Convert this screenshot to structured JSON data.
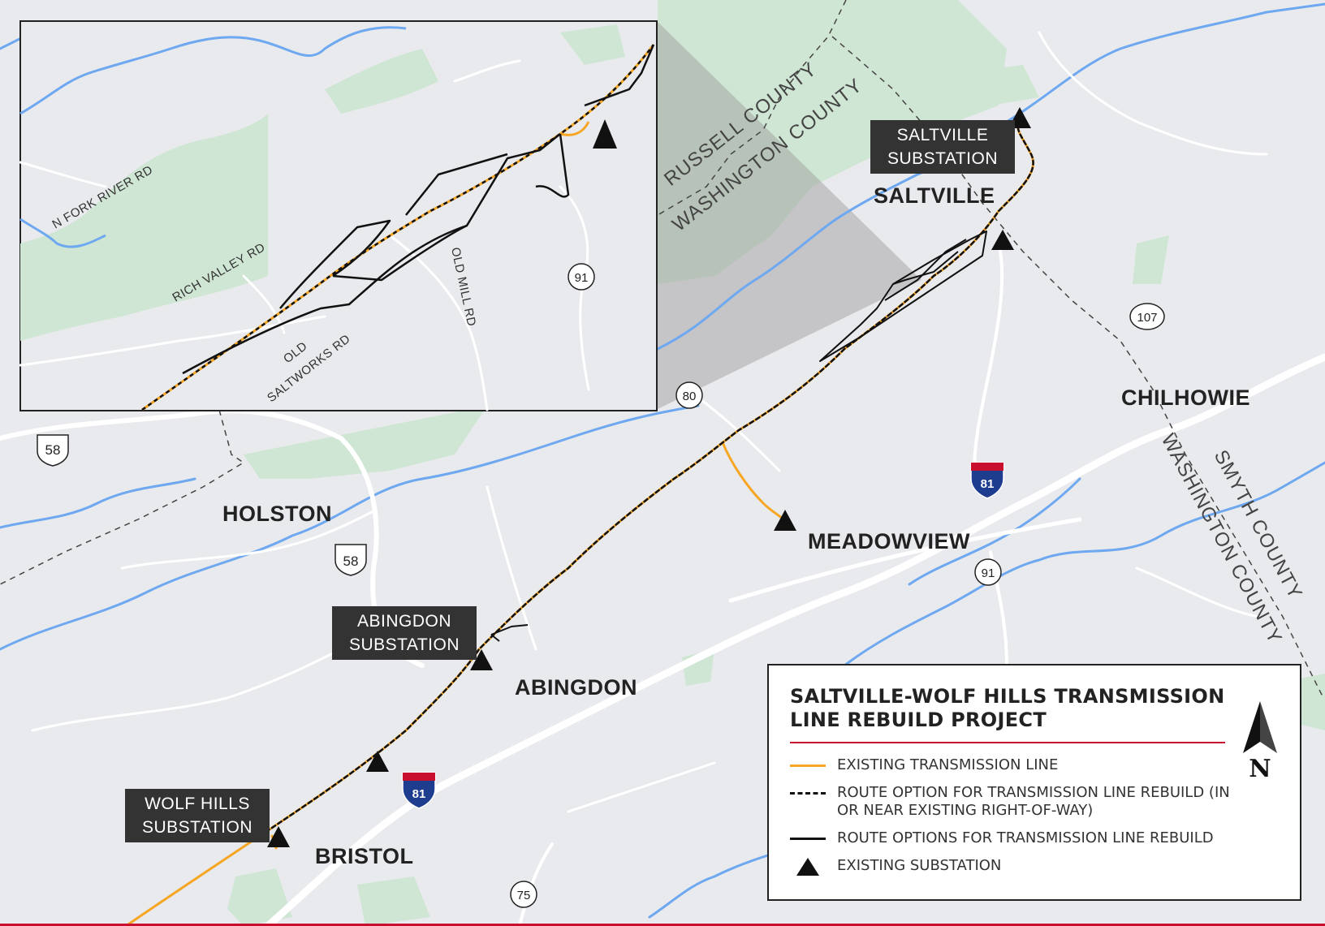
{
  "legend": {
    "title": "SALTVILLE-WOLF HILLS TRANSMISSION LINE REBUILD PROJECT",
    "items": [
      {
        "label": "EXISTING TRANSMISSION LINE"
      },
      {
        "label": "ROUTE OPTION FOR TRANSMISSION LINE REBUILD (IN OR NEAR EXISTING RIGHT-OF-WAY)"
      },
      {
        "label": "ROUTE OPTIONS FOR TRANSMISSION LINE REBUILD"
      },
      {
        "label": "EXISTING SUBSTATION"
      }
    ],
    "north": "N"
  },
  "substations": {
    "saltville": "SALTVILLE SUBSTATION",
    "abingdon": "ABINGDON SUBSTATION",
    "wolf_hills": "WOLF HILLS SUBSTATION"
  },
  "towns": {
    "saltville": "SALTVILLE",
    "chilhowie": "CHILHOWIE",
    "holston": "HOLSTON",
    "meadowview": "MEADOWVIEW",
    "abingdon": "ABINGDON",
    "bristol": "BRISTOL"
  },
  "counties": {
    "russell": "RUSSELL COUNTY",
    "washington_north": "WASHINGTON COUNTY",
    "washington_east": "WASHINGTON COUNTY",
    "smyth": "SMYTH COUNTY"
  },
  "inset_roads": {
    "n_fork_river": "N FORK RIVER RD",
    "rich_valley": "RICH VALLEY RD",
    "old_mill": "OLD MILL RD",
    "old_saltworks_1": "OLD",
    "old_saltworks_2": "SALTWORKS RD"
  },
  "route_shields": {
    "r91_inset": "91",
    "r80": "80",
    "r107": "107",
    "r58_west": "58",
    "r58_holston": "58",
    "i81_meadowview": "81",
    "r91_meadowview": "91",
    "i81_bristol": "81",
    "r75": "75"
  },
  "colors": {
    "background": "#e9eaed",
    "water": "#6ea8f0",
    "forest": "#c9e3cf",
    "existing_line": "#f6a623",
    "route": "#111111",
    "label_box": "#333333",
    "accent_rule": "#c8102e"
  }
}
